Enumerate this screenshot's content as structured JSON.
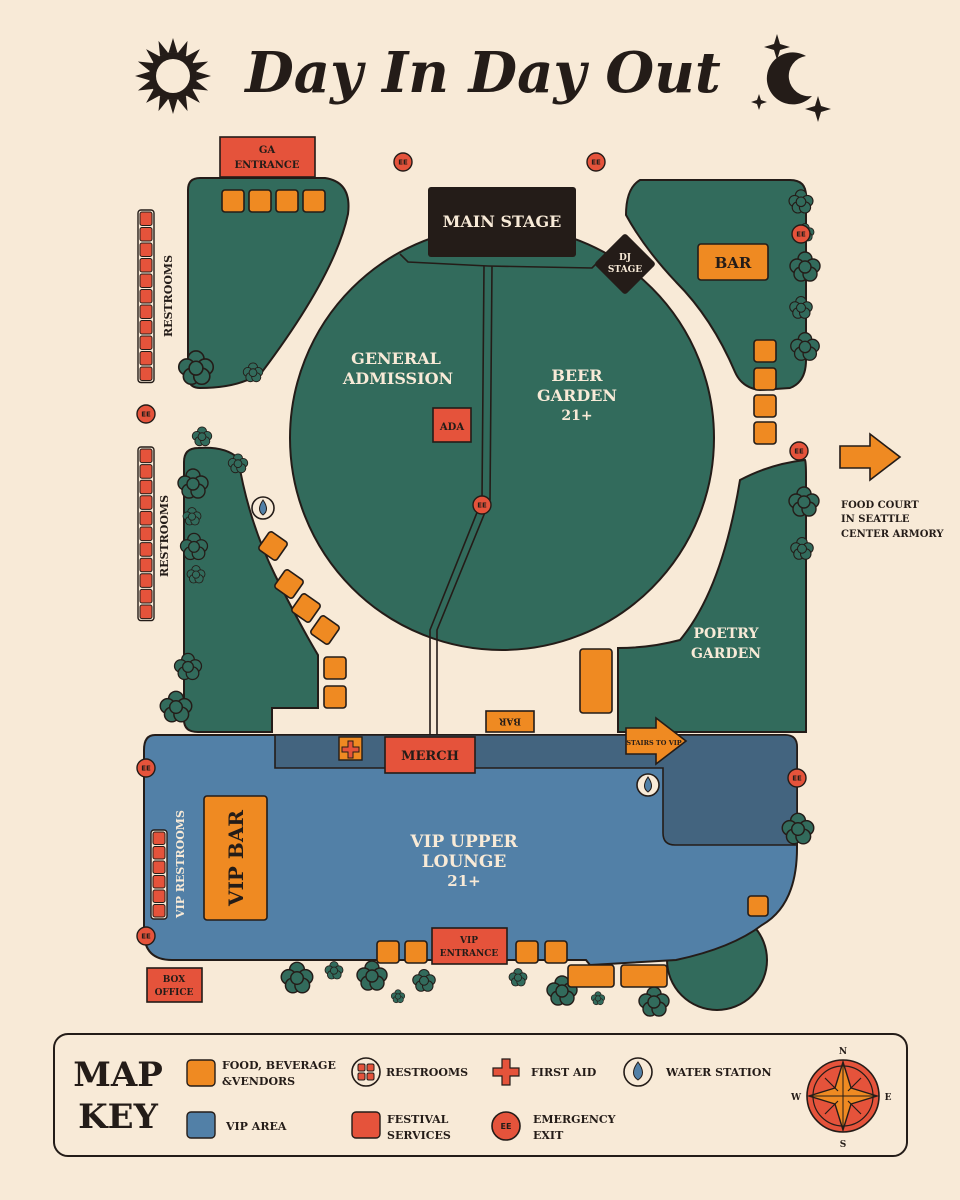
{
  "title": "Day In Day Out",
  "colors": {
    "background": "#f8ead7",
    "green": "#326b5c",
    "vip_blue": "#5280a7",
    "vip_dark": "#43647f",
    "orange": "#ef8a22",
    "red": "#e5533b",
    "black": "#241c18"
  },
  "labels": {
    "ga_entrance_1": "GA",
    "ga_entrance_2": "ENTRANCE",
    "main_stage": "MAIN STAGE",
    "dj_stage_1": "DJ",
    "dj_stage_2": "STAGE",
    "bar": "BAR",
    "bar_small": "BAR",
    "general_admission_1": "GENERAL",
    "general_admission_2": "ADMISSION",
    "beer_garden_1": "BEER",
    "beer_garden_2": "GARDEN",
    "beer_garden_3": "21+",
    "ada": "ADA",
    "ee": "EE",
    "restrooms": "RESTROOMS",
    "vip_restrooms": "VIP RESTROOMS",
    "food_court_1": "FOOD COURT",
    "food_court_2": "IN SEATTLE",
    "food_court_3": "CENTER ARMORY",
    "poetry_garden_1": "POETRY",
    "poetry_garden_2": "GARDEN",
    "merch": "MERCH",
    "stairs_to_vip": "STAIRS TO VIP",
    "vip_bar": "VIP BAR",
    "vip_lounge_1": "VIP UPPER",
    "vip_lounge_2": "LOUNGE",
    "vip_lounge_3": "21+",
    "vip_entrance_1": "VIP",
    "vip_entrance_2": "ENTRANCE",
    "box_office_1": "BOX",
    "box_office_2": "OFFICE"
  },
  "key": {
    "heading_1": "MAP",
    "heading_2": "KEY",
    "food_1": "FOOD, BEVERAGE",
    "food_2": "&VENDORS",
    "restrooms": "RESTROOMS",
    "first_aid": "FIRST AID",
    "water": "WATER STATION",
    "vip_area": "VIP AREA",
    "festival_1": "FESTIVAL",
    "festival_2": "SERVICES",
    "exit_1": "EMERGENCY",
    "exit_2": "EXIT",
    "ee": "EE"
  },
  "compass": {
    "n": "N",
    "e": "E",
    "s": "S",
    "w": "W"
  }
}
